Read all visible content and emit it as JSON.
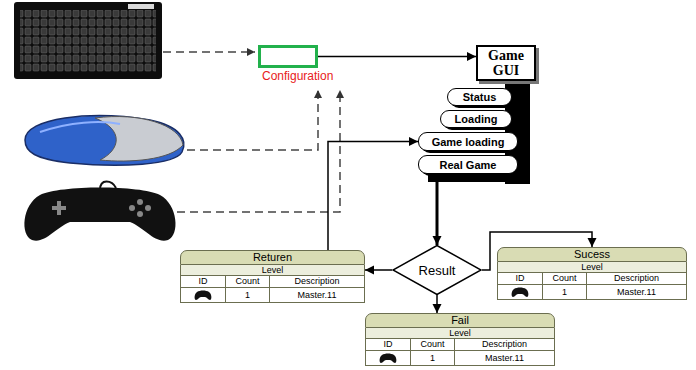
{
  "diagram": {
    "nodes": [
      {
        "text": [
          "Configuration"
        ]
      },
      {
        "text": [
          "Game GUI"
        ]
      },
      {
        "text": [
          "Status"
        ]
      },
      {
        "text": [
          "Loading"
        ]
      },
      {
        "text": [
          "Game loading"
        ]
      },
      {
        "text": [
          "Real Game"
        ]
      },
      {
        "text": [
          "Returen",
          "Level",
          "ID",
          "Count",
          "Description",
          "1",
          "Master.11"
        ]
      },
      {
        "text": [
          "Result"
        ]
      },
      {
        "text": [
          "Sucess",
          "Level",
          "ID",
          "Count",
          "Description",
          "1",
          "Master.11"
        ]
      },
      {
        "text": [
          "Fail",
          "Level",
          "ID",
          "Count",
          "Description",
          "1",
          "Master.11"
        ]
      }
    ],
    "edges": [
      {
        "from": 0,
        "to": 1,
        "arrow": "to"
      },
      {
        "from": 5,
        "to": 7,
        "arrow": "to"
      },
      {
        "from": 7,
        "to": 6,
        "arrow": "to"
      },
      {
        "from": 6,
        "to": 4,
        "arrow": "to"
      },
      {
        "from": 7,
        "to": 8,
        "arrow": "to"
      },
      {
        "from": 7,
        "to": 9,
        "arrow": "to"
      }
    ]
  }
}
